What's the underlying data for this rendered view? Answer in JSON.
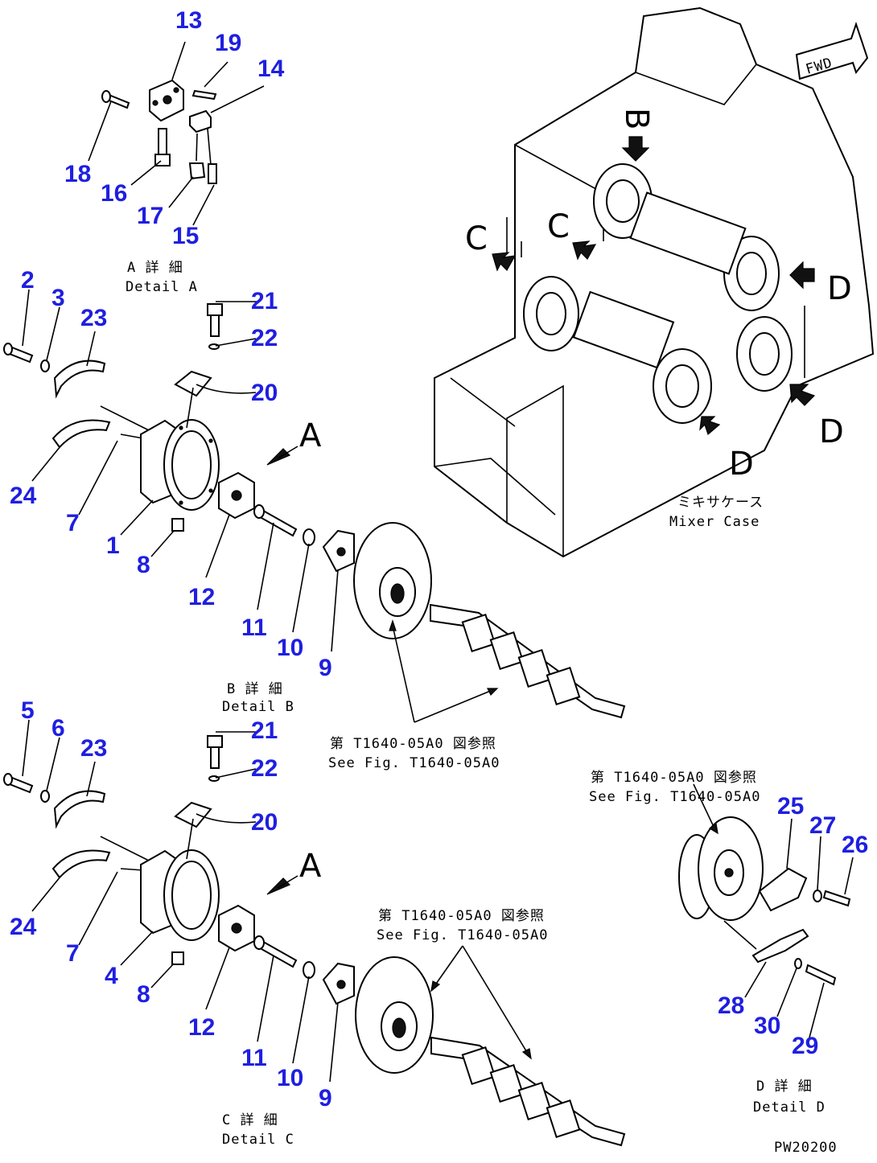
{
  "callouts": {
    "c13": "13",
    "c19": "19",
    "c14": "14",
    "c18": "18",
    "c16": "16",
    "c17": "17",
    "c15": "15",
    "b2": "2",
    "b3": "3",
    "b23": "23",
    "b21": "21",
    "b22": "22",
    "b20": "20",
    "b24": "24",
    "b7": "7",
    "b1": "1",
    "b8": "8",
    "b12": "12",
    "b11": "11",
    "b10": "10",
    "b9": "9",
    "c5": "5",
    "c6": "6",
    "cc23": "23",
    "cc21": "21",
    "cc22": "22",
    "cc20": "20",
    "cc24": "24",
    "cc7": "7",
    "c4": "4",
    "cc8": "8",
    "cc12": "12",
    "cc11": "11",
    "cc10": "10",
    "cc9": "9",
    "d25": "25",
    "d27": "27",
    "d26": "26",
    "d28": "28",
    "d30": "30",
    "d29": "29"
  },
  "view_labels": {
    "a1": "A",
    "a2": "A",
    "b": "B",
    "c1": "C",
    "c2": "C",
    "d1": "D",
    "d2": "D"
  },
  "notes": {
    "detail_a_jp": "A 詳 細",
    "detail_a_en": "Detail A",
    "detail_b_jp": "B 詳 細",
    "detail_b_en": "Detail B",
    "detail_c_jp": "C 詳 細",
    "detail_c_en": "Detail C",
    "detail_d_jp": "D 詳 細",
    "detail_d_en": "Detail D",
    "ref1_jp": "第 T1640-05A0 図参照",
    "ref1_en": "See Fig. T1640-05A0",
    "ref2_jp": "第 T1640-05A0 図参照",
    "ref2_en": "See Fig. T1640-05A0",
    "ref3_jp": "第 T1640-05A0 図参照",
    "ref3_en": "See Fig. T1640-05A0",
    "case_jp": "ミキサケース",
    "case_en": "Mixer Case",
    "fwd": "FWD",
    "drawing_no": "PW20200"
  },
  "colors": {
    "callout": "#1f1fe0",
    "line": "#000000"
  }
}
